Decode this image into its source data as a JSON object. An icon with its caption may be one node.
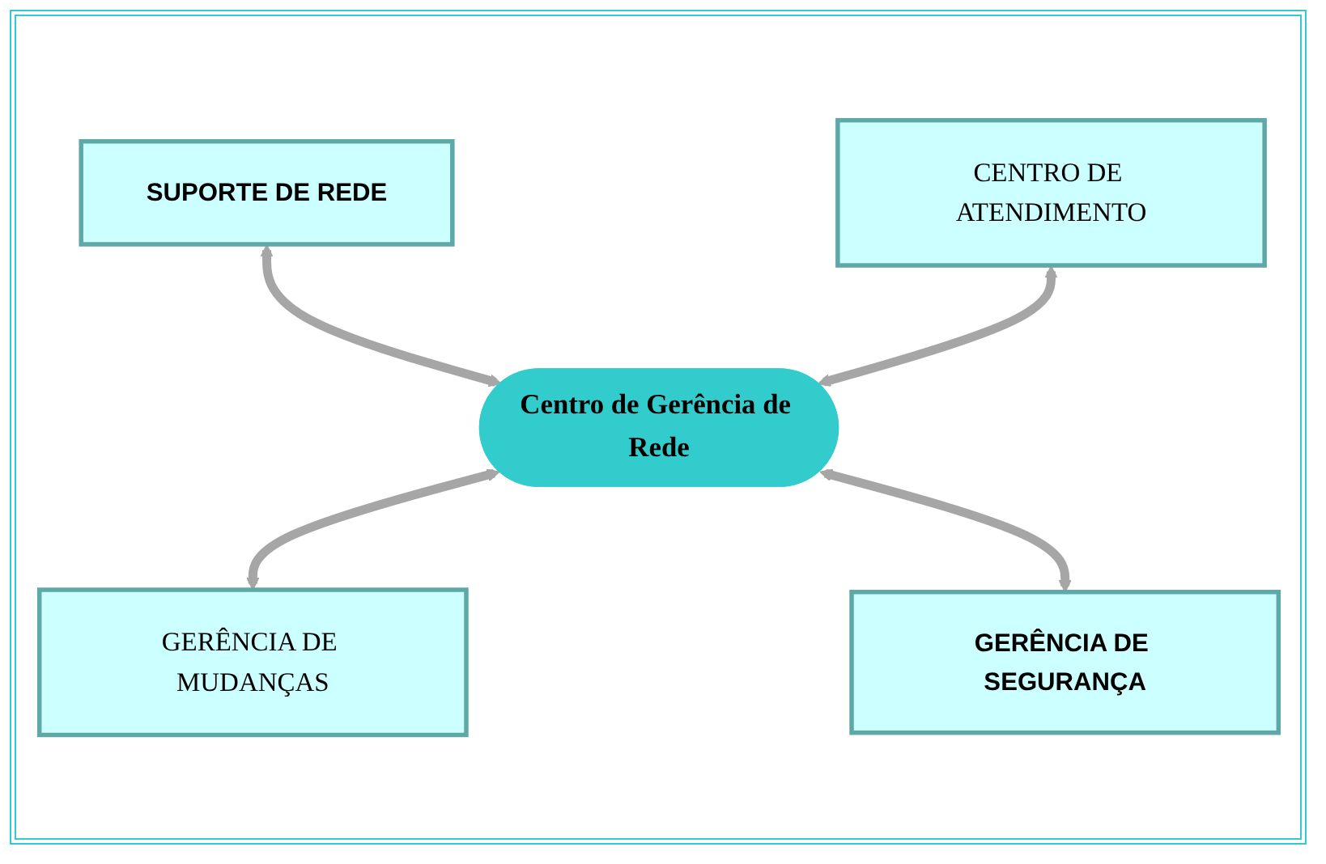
{
  "diagram": {
    "nodes": [
      {
        "text": [
          "SUPORTE DE REDE"
        ]
      },
      {
        "text": [
          "CENTRO DE ATENDIMENTO"
        ]
      },
      {
        "text": [
          "Centro de Gerência de Rede"
        ]
      },
      {
        "text": [
          "GERÊNCIA DE MUDANÇAS"
        ]
      },
      {
        "text": [
          "GERÊNCIA DE SEGURANÇA"
        ]
      }
    ],
    "edges": [
      {
        "from": 0,
        "to": 2,
        "arrow": "both"
      },
      {
        "from": 1,
        "to": 2,
        "arrow": "both"
      },
      {
        "from": 2,
        "to": 3,
        "arrow": "both"
      },
      {
        "from": 2,
        "to": 4,
        "arrow": "both"
      }
    ]
  }
}
